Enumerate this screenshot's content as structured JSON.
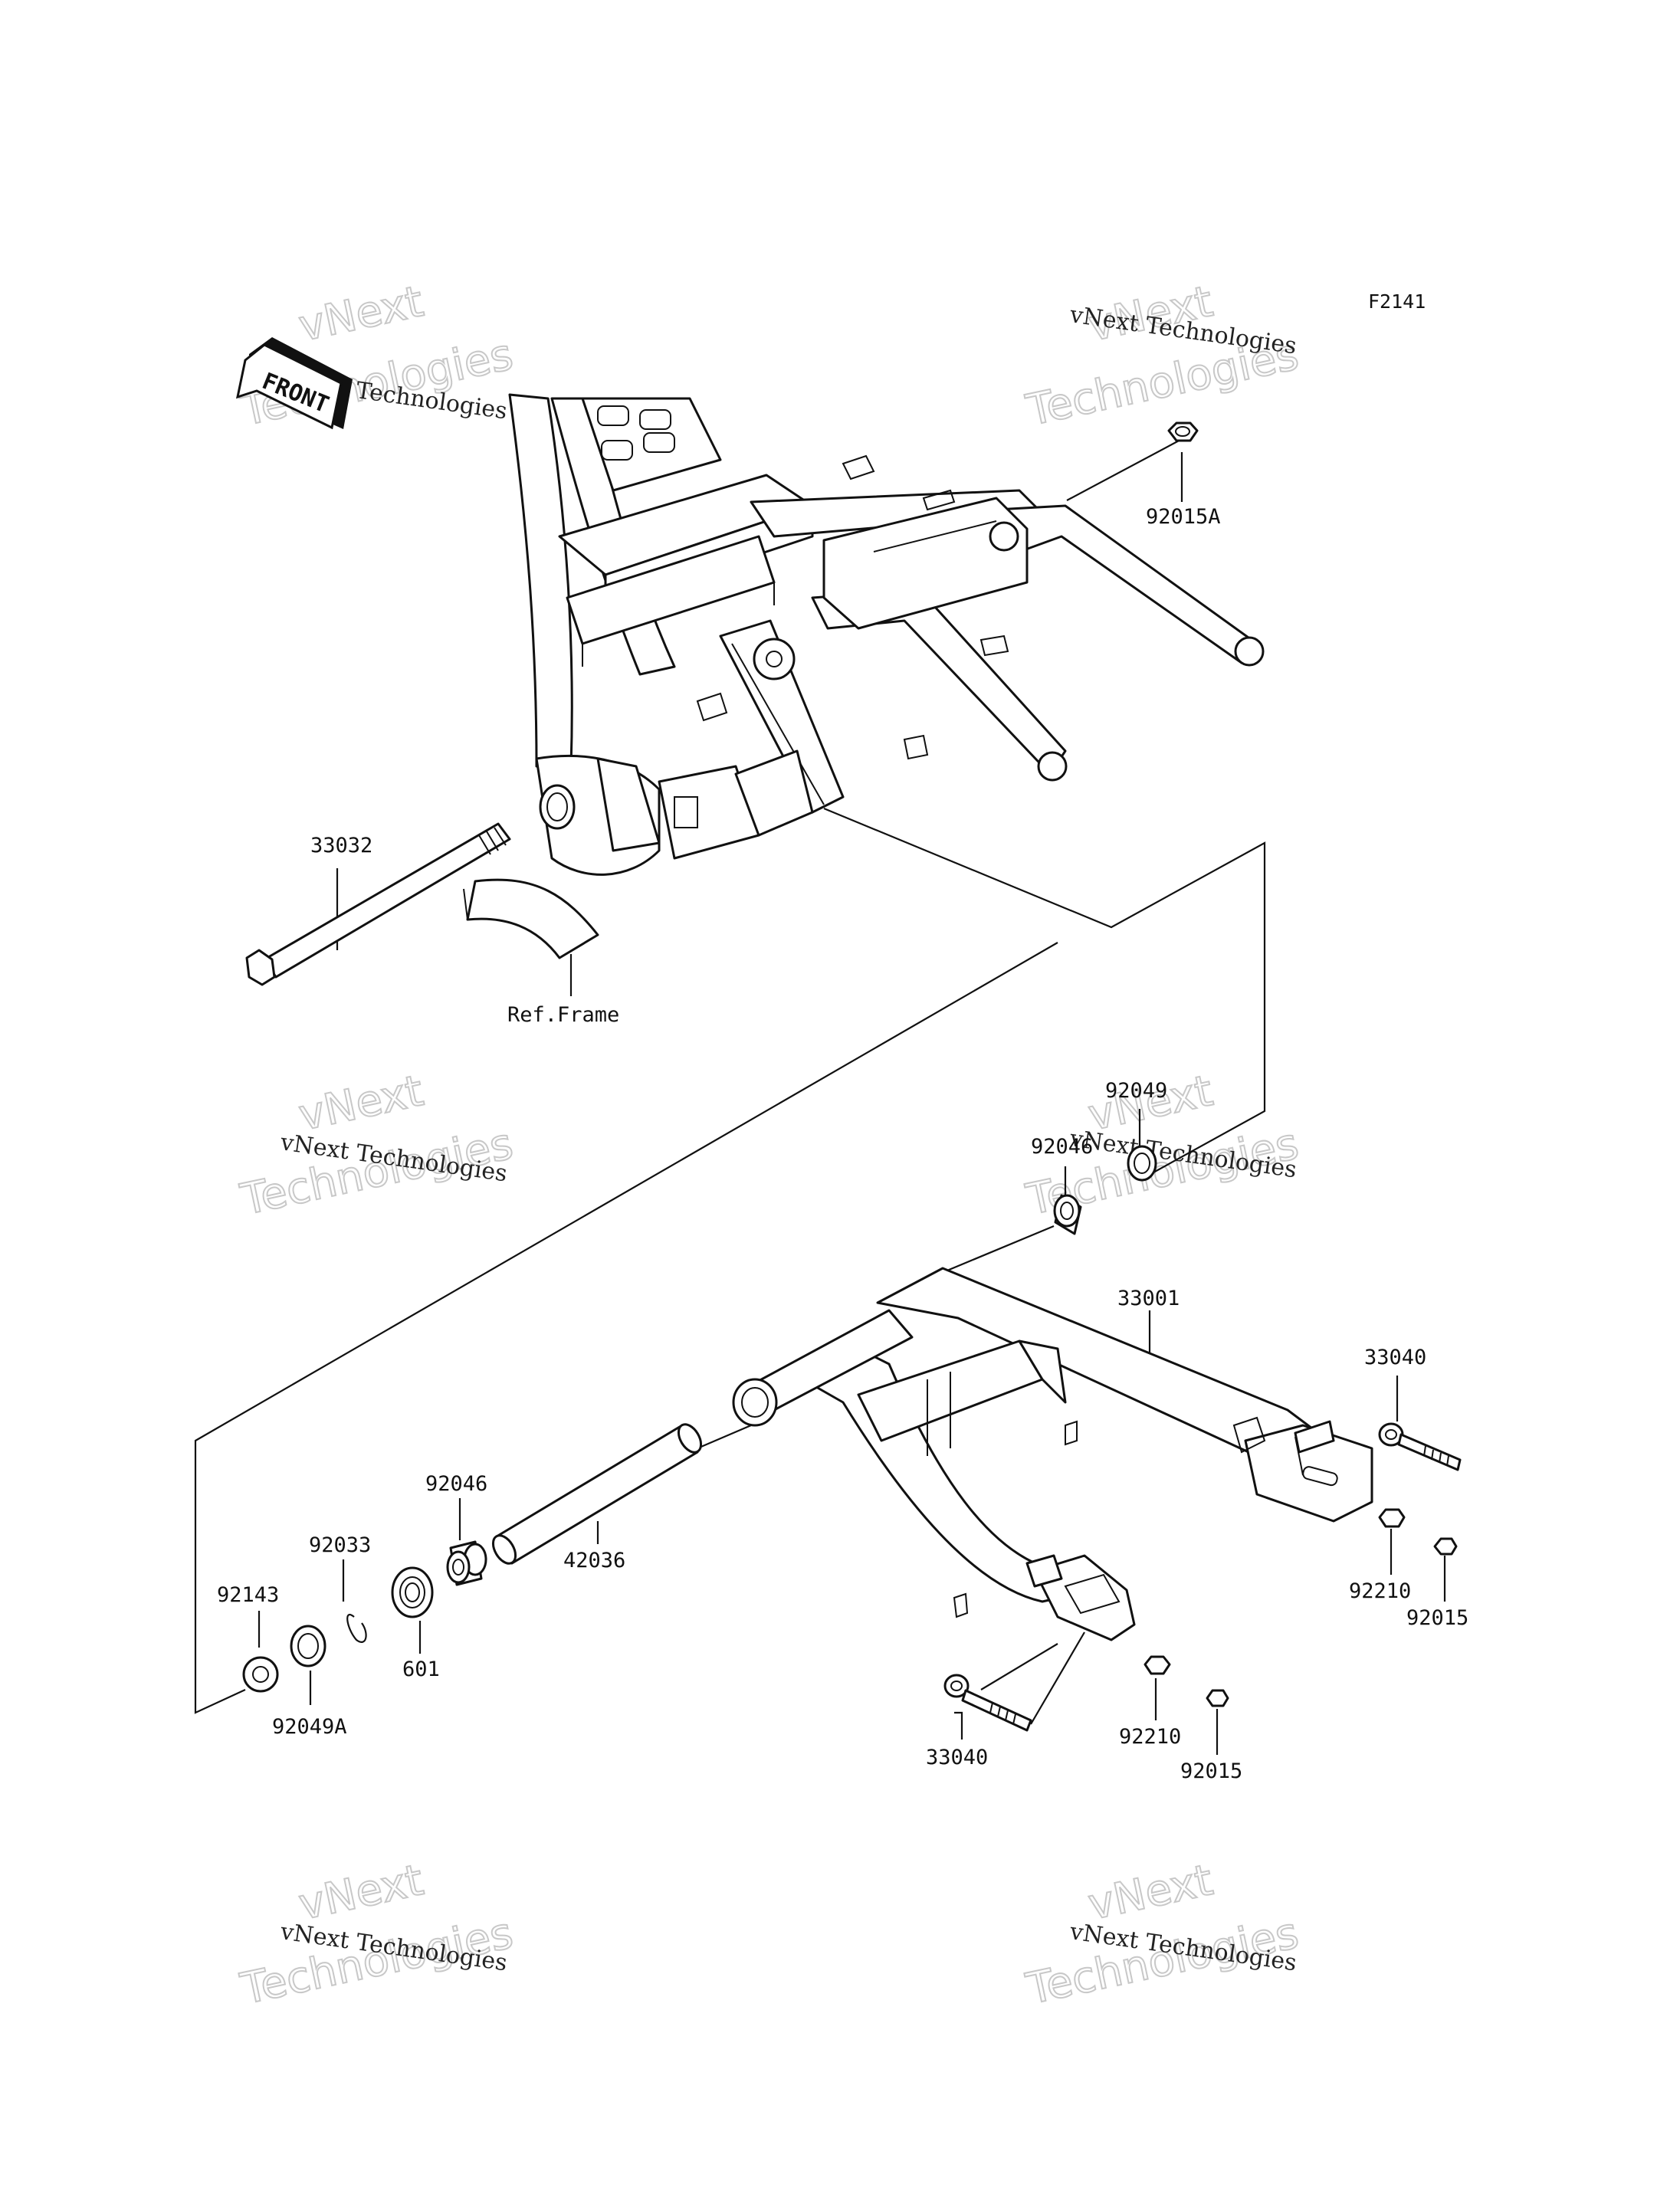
{
  "diagram": {
    "code": "F2141",
    "front_label": "FRONT",
    "ref_frame": "Ref.Frame"
  },
  "watermark": {
    "line1": "vNext Technologies",
    "line2a": "vNext",
    "line2b": "Technologies"
  },
  "parts": {
    "p92015A": "92015A",
    "p33032": "33032",
    "p92049": "92049",
    "p92046_top": "92046",
    "p33001": "33001",
    "p33040_right": "33040",
    "p92046_mid": "92046",
    "p42036": "42036",
    "p92033": "92033",
    "p601": "601",
    "p92143": "92143",
    "p92049A": "92049A",
    "p92210_right": "92210",
    "p92015_right": "92015",
    "p33040_bottom": "33040",
    "p92210_bottom": "92210",
    "p92015_bottom": "92015"
  }
}
